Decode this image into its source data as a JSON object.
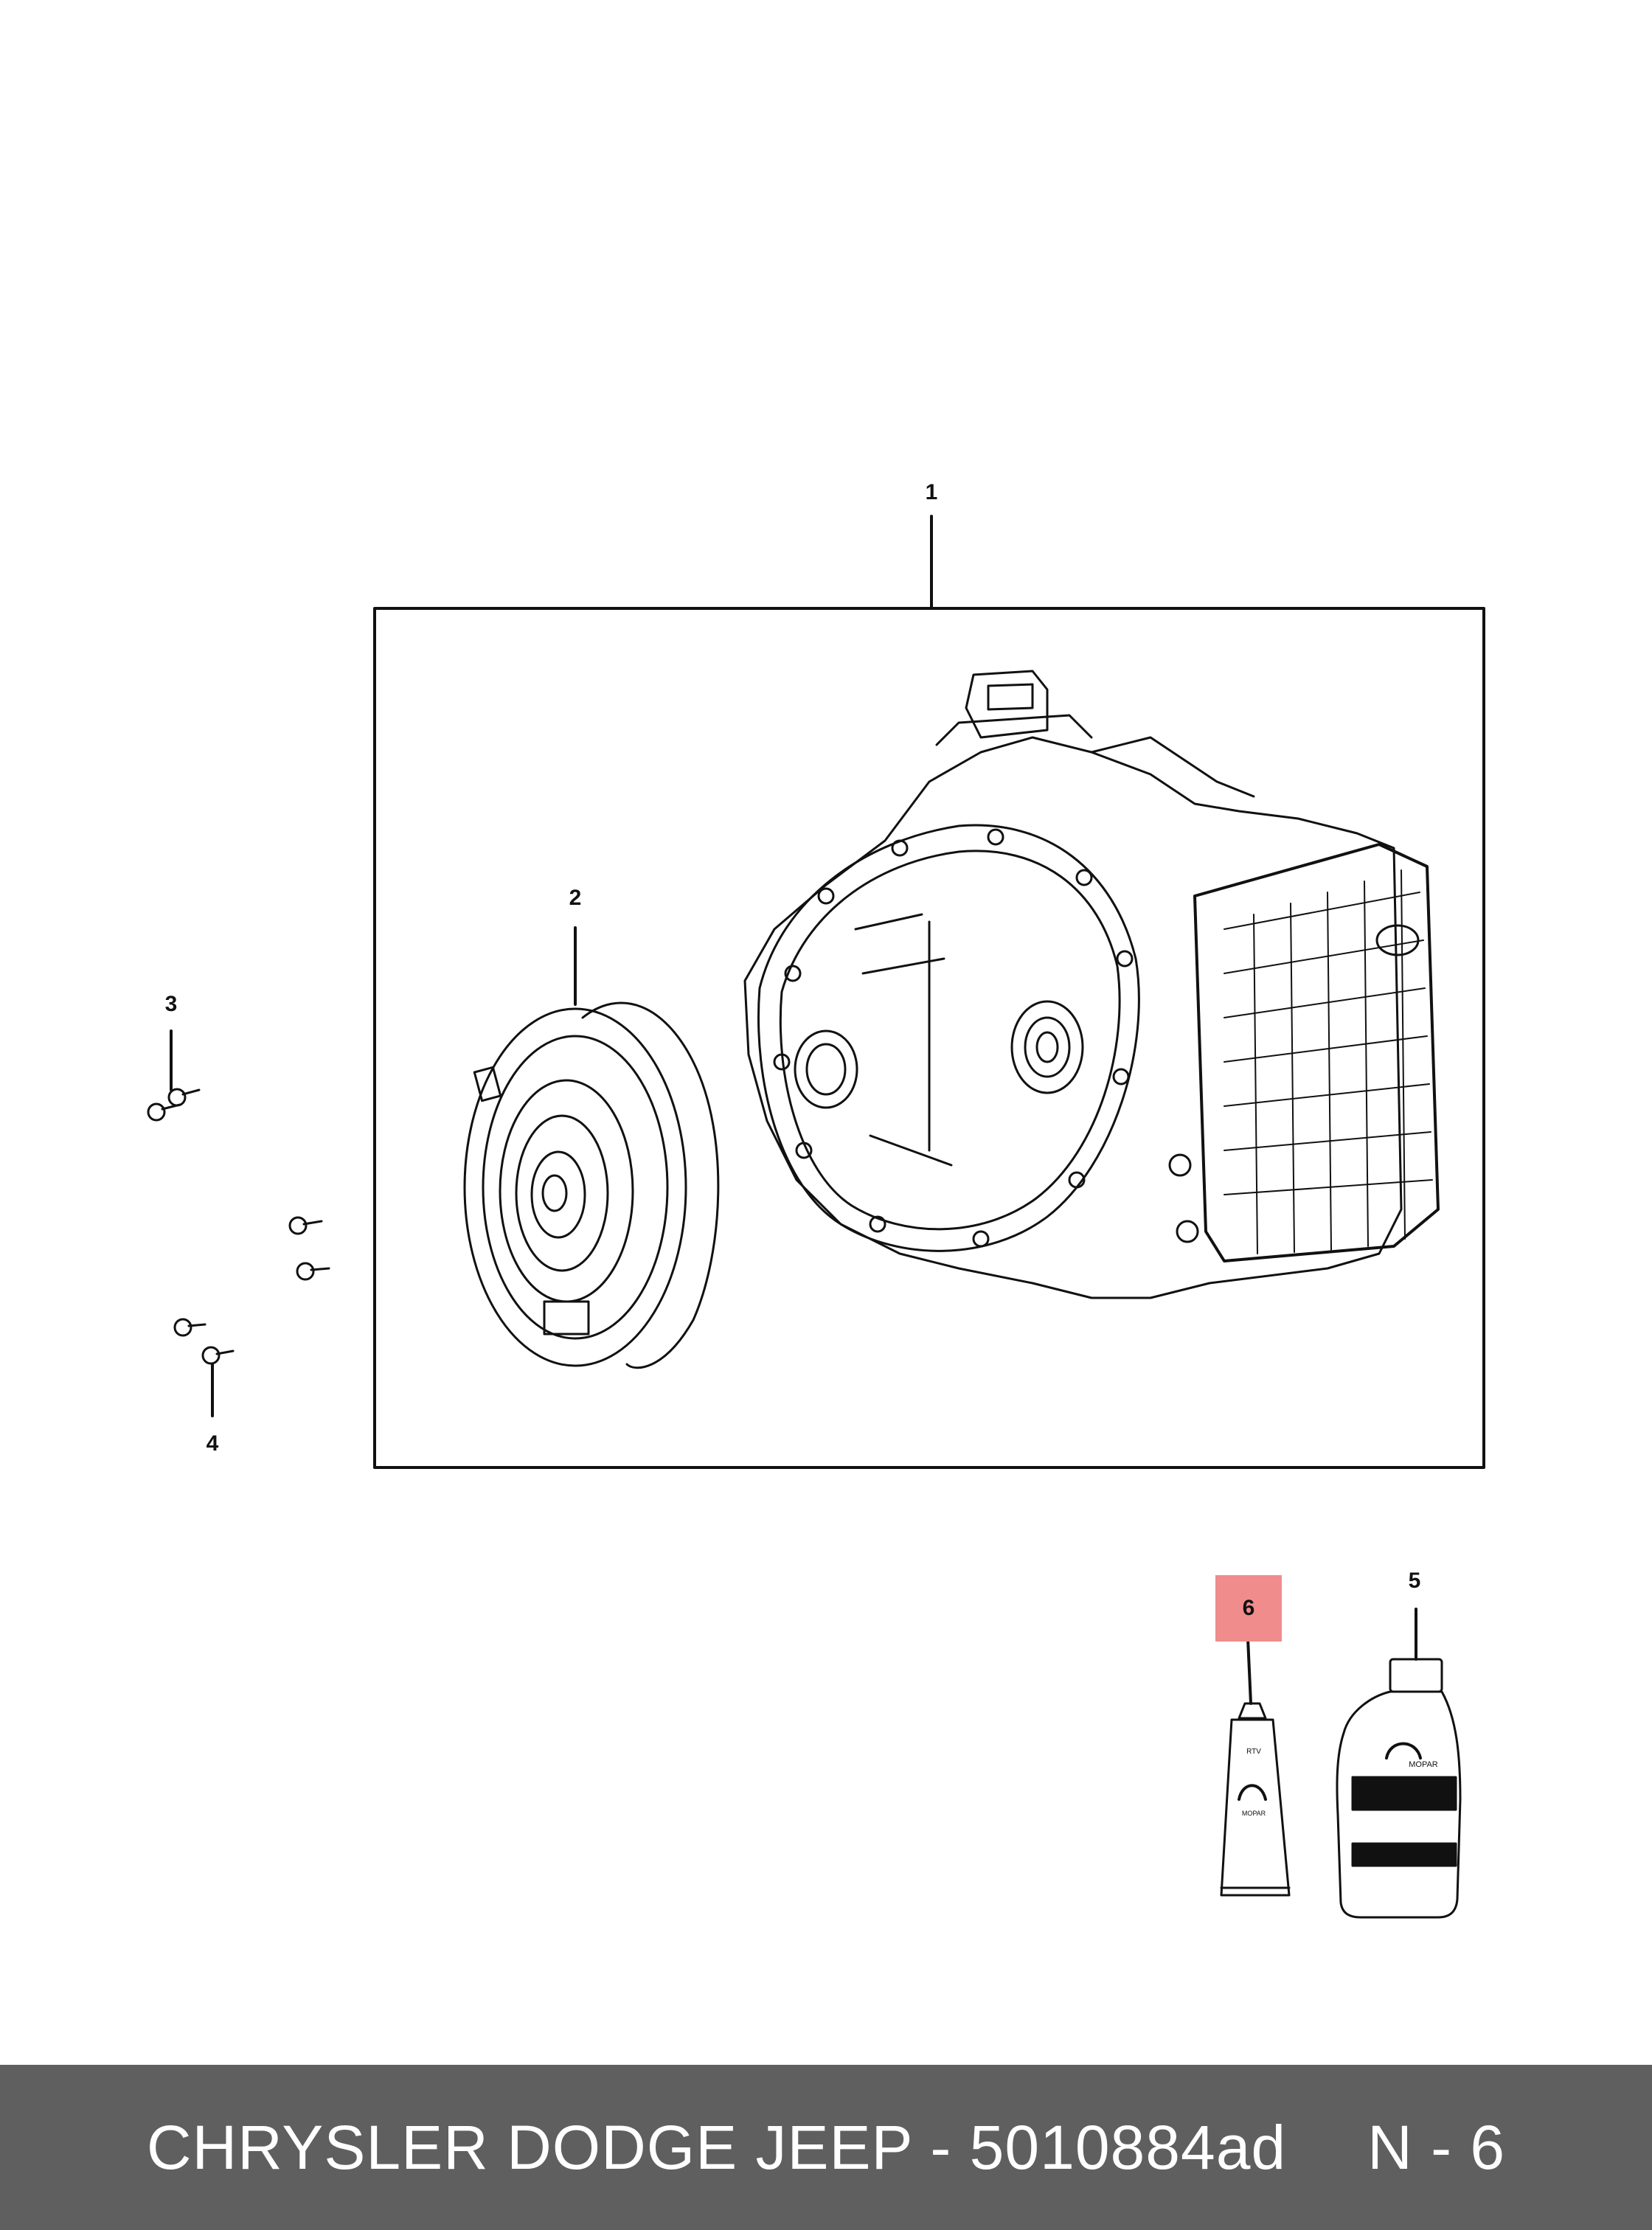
{
  "callouts": {
    "c1": "1",
    "c2": "2",
    "c3": "3",
    "c4": "4",
    "c5": "5",
    "c6": "6"
  },
  "highlight_color": "#f08c8c",
  "footer": {
    "catalog": "CHRYSLER DODGE JEEP - 5010884ad",
    "ref": "N - 6",
    "background": "#5f5f5f"
  },
  "labels": {
    "tube_small": "RTV",
    "tube_brand": "MOPAR",
    "bottle_brand": "MOPAR"
  }
}
